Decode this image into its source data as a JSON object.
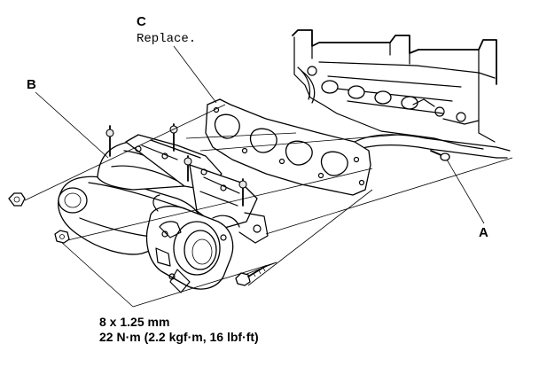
{
  "callouts": {
    "a": "A",
    "b": "B",
    "c": "C"
  },
  "notes": {
    "c_note": "Replace."
  },
  "torque_spec": {
    "bolt_size": "8 x 1.25 mm",
    "torque": "22 N·m (2.2 kgf·m, 16 lbf·ft)"
  }
}
